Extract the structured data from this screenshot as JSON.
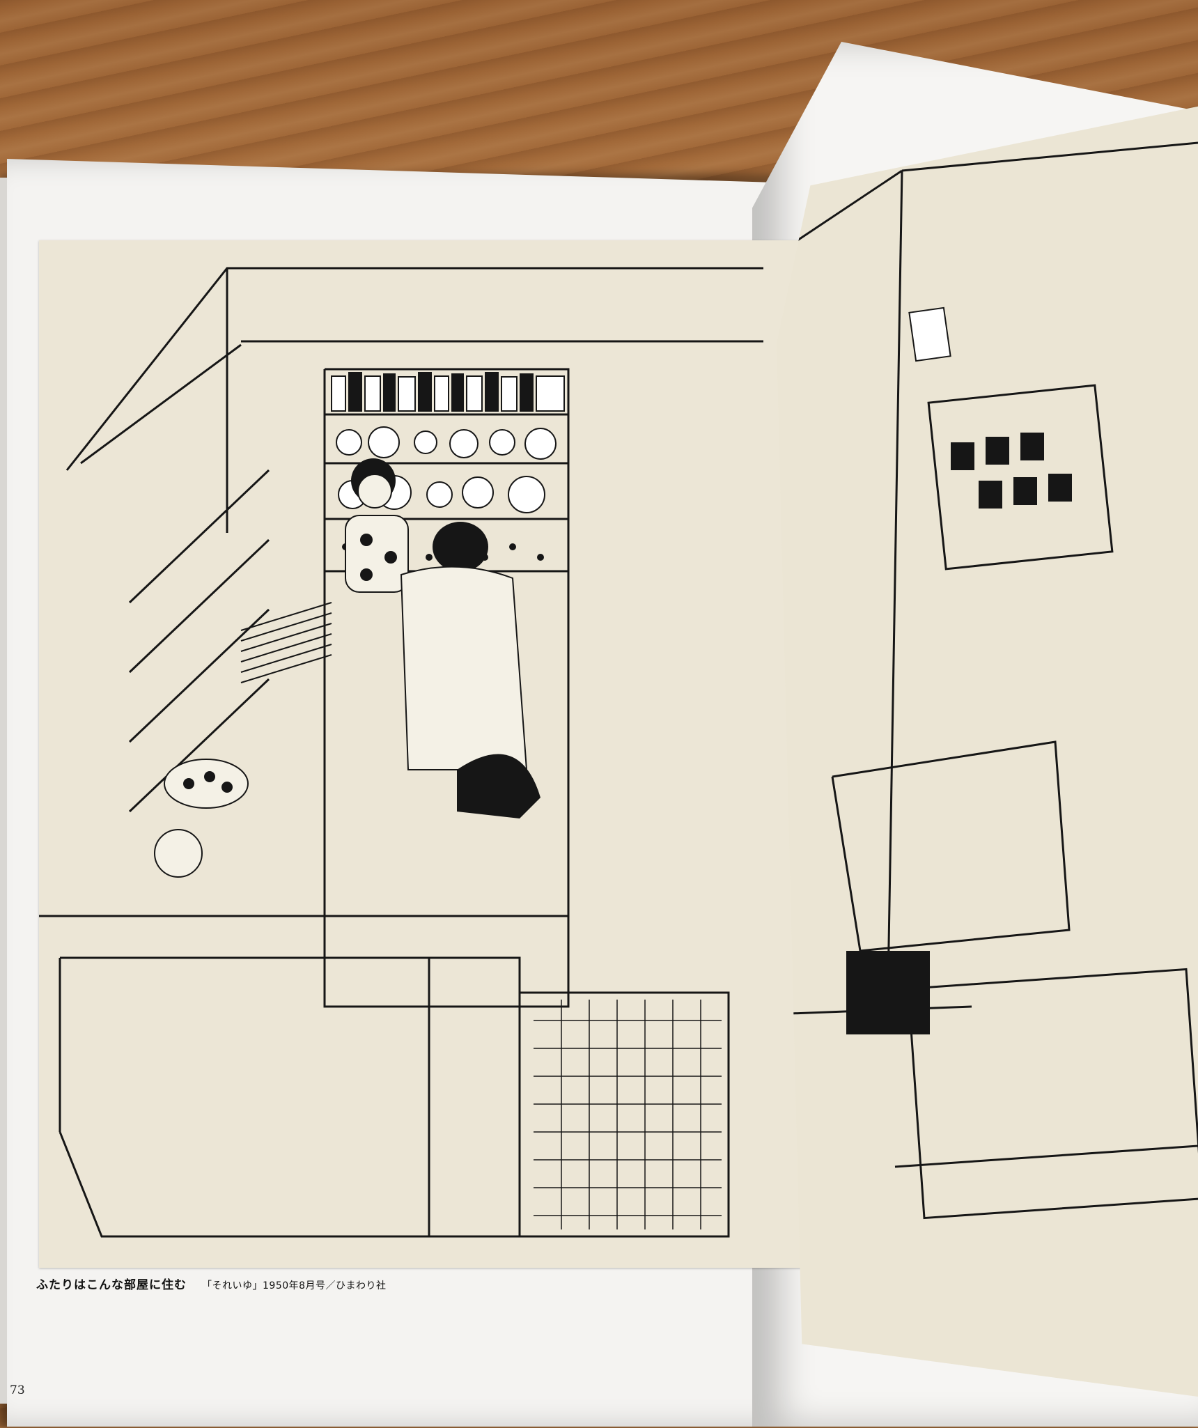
{
  "book": {
    "caption_title": "ふたりはこんな部屋に住む",
    "caption_credit": "「それいゆ」1950年8月号／ひまわり社",
    "page_number": "73"
  }
}
